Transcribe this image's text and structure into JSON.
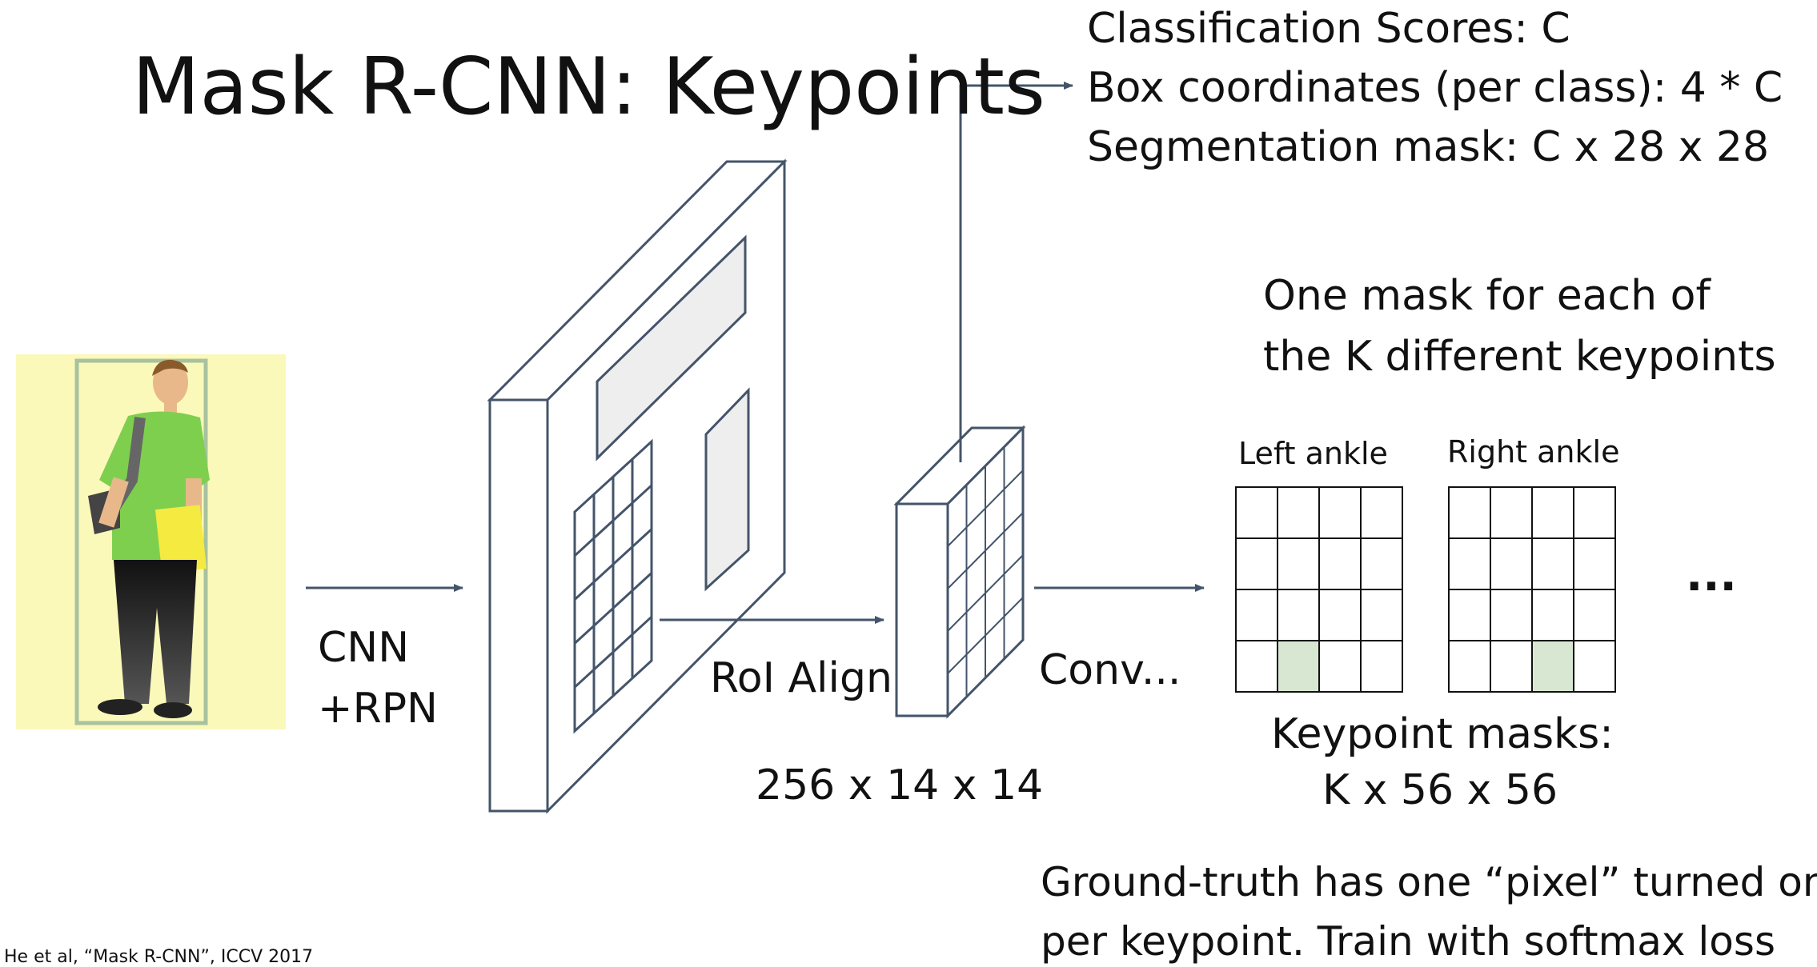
{
  "title": "Mask R-CNN: Keypoints",
  "outputs": [
    "Classification Scores: C",
    "Box coordinates (per class): 4 * C",
    "Segmentation mask: C x 28 x 28"
  ],
  "mask_note": [
    "One mask for each of",
    "the K different keypoints"
  ],
  "mask_labels": {
    "left": "Left ankle",
    "right": "Right ankle",
    "more": "..."
  },
  "cnn_label": [
    "CNN",
    "+RPN"
  ],
  "roi_label": "RoI Align",
  "conv_label": "Conv...",
  "roi_dims": "256 x 14 x 14",
  "keypoint_masks": [
    "Keypoint masks:",
    "K x 56 x 56"
  ],
  "ground_truth": [
    "Ground-truth has one “pixel” turned on",
    "per keypoint. Train with softmax loss"
  ],
  "citation": "He et al, “Mask R-CNN”, ICCV 2017",
  "colors": {
    "line": "#44546a",
    "image_bg": "#fbf9b9",
    "shirt": "#7fcf4f",
    "highlight": "#d8e7d2",
    "panel": "#eeeeee"
  }
}
